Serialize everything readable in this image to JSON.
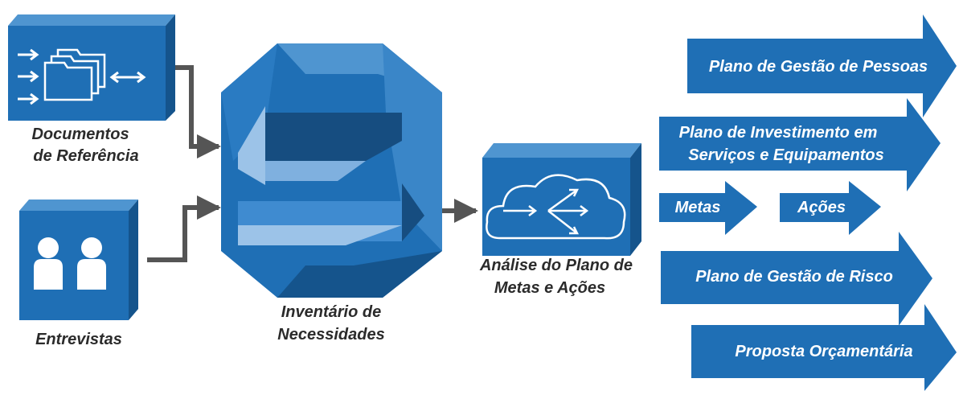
{
  "colors": {
    "primary": "#1f6fb5",
    "dark": "#15548c",
    "light": "#4f95d0",
    "connector": "#555555",
    "text": "#2b2b2b"
  },
  "nodes": {
    "documentos": {
      "line1": "Documentos",
      "line2": "de Referência",
      "icon": "document-folder-icon"
    },
    "entrevistas": {
      "line1": "Entrevistas",
      "icon": "people-icon"
    },
    "inventario": {
      "line1": "Inventário de",
      "line2": "Necessidades",
      "icon": "exchange-arrows-icon"
    },
    "analise": {
      "line1": "Análise do Plano de",
      "line2": "Metas e Ações",
      "icon": "cloud-network-icon"
    }
  },
  "outputs": {
    "pessoas": "Plano de Gestão de Pessoas",
    "investimento_line1": "Plano de Investimento em",
    "investimento_line2": "Serviços e Equipamentos",
    "metas": "Metas",
    "acoes": "Ações",
    "risco": "Plano de Gestão de Risco",
    "orcamentaria": "Proposta Orçamentária"
  }
}
